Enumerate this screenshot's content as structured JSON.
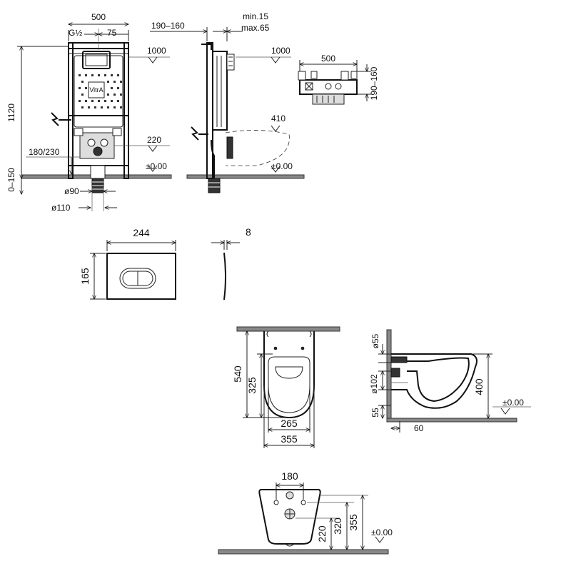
{
  "frame_front": {
    "width": "500",
    "g_half": "G½",
    "offset": "75",
    "height": "1120",
    "level_1000": "1000",
    "level_220": "220",
    "level_zero": "±0.00",
    "range_180_230": "180/230",
    "range_0_150": "0–150",
    "dia_90": "ø90",
    "dia_110": "ø110",
    "brand": "VitrA"
  },
  "frame_side": {
    "depth": "190–160",
    "min": "min.15",
    "max": "max.65",
    "level_1000": "1000",
    "level_410": "410",
    "level_zero": "±0.00"
  },
  "frame_top": {
    "width": "500",
    "depth": "190–160"
  },
  "flush_plate": {
    "width": "244",
    "height": "165",
    "thickness": "8"
  },
  "bowl_top": {
    "length": "540",
    "inner": "325",
    "inner_width": "265",
    "outer_width": "355"
  },
  "bowl_side": {
    "dia_55": "ø55",
    "dia_102": "ø102",
    "height": "400",
    "h55": "55",
    "d60": "60",
    "level_zero": "±0.00"
  },
  "bowl_back": {
    "spacing": "180",
    "h220": "220",
    "h320": "320",
    "h355": "355",
    "level_zero": "±0.00"
  }
}
